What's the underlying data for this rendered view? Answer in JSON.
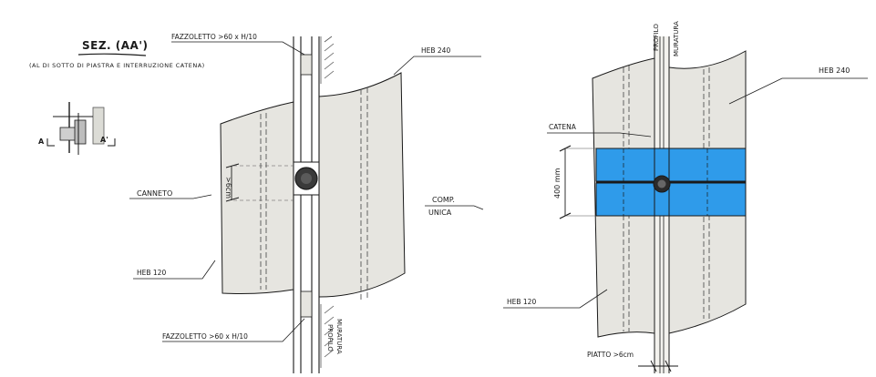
{
  "left_sketch": {
    "section_title": "SEZ. (AA')",
    "section_subtitle": "(AL DI SOTTO DI PIASTRA E  INTERRUZIONE CATENA)",
    "key_label_left": "A",
    "key_label_right": "A'",
    "fazzoletto_top": "FAZZOLETTO >60 x H/10",
    "fazzoletto_bottom": "FAZZOLETTO >60 x H/10",
    "heb_240": "HEB 240",
    "heb_120": "HEB 120",
    "canneto": "CANNETO",
    "comp_line1": "COMP.",
    "comp_line2": "UNICA",
    "dim_6cm": ">6cm",
    "profilo_muratura_line1": "PROFILO",
    "profilo_muratura_line2": "MURATURA"
  },
  "right_sketch": {
    "profilo_muratura_line1": "PROFILO",
    "profilo_muratura_line2": "MURATURA",
    "heb_240": "HEB 240",
    "heb_120": "HEB 120",
    "catena": "CATENA",
    "dim_400": "400 mm",
    "piatto": "PIATTO >6cm"
  },
  "colors": {
    "steel_fill": "#e6e5e0",
    "plate_blue": "#2f9bea",
    "ink": "#1a1a1a",
    "wall_hatch": "#555555"
  }
}
